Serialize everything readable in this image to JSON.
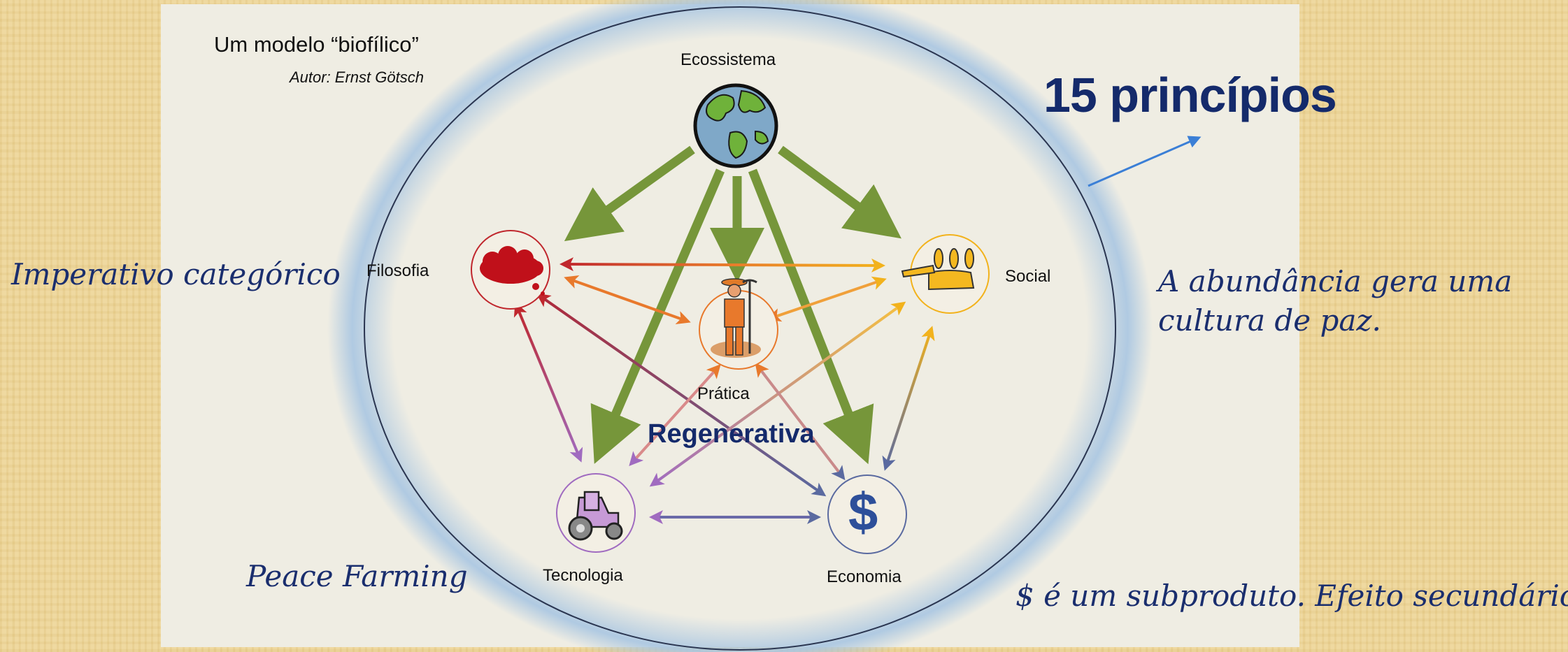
{
  "slide": {
    "title": "Um modelo “biofílico”",
    "author": "Autor: Ernst Götsch",
    "headline": "15 princípios",
    "center_label": "Regenerativa"
  },
  "nodes": {
    "ecossistema": "Ecossistema",
    "filosofia": "Filosofia",
    "social": "Social",
    "pratica": "Prática",
    "tecnologia": "Tecnologia",
    "economia": "Economia",
    "dollar_symbol": "$"
  },
  "annotations": {
    "imperativo": "Imperativo categórico",
    "abundancia_line1": "A abundância gera uma",
    "abundancia_line2": "cultura de paz.",
    "peace_farming": "Peace Farming",
    "subproduto": "$ é um subproduto. Efeito secundário."
  },
  "colors": {
    "green_arrow": "#76963a",
    "filosofia": "#c0272d",
    "social": "#f2b21c",
    "pratica": "#e8792c",
    "tecnologia": "#a06bc0",
    "economia": "#5a6aa0",
    "navy_text": "#142a6b",
    "halo": "#a9c6e2"
  }
}
